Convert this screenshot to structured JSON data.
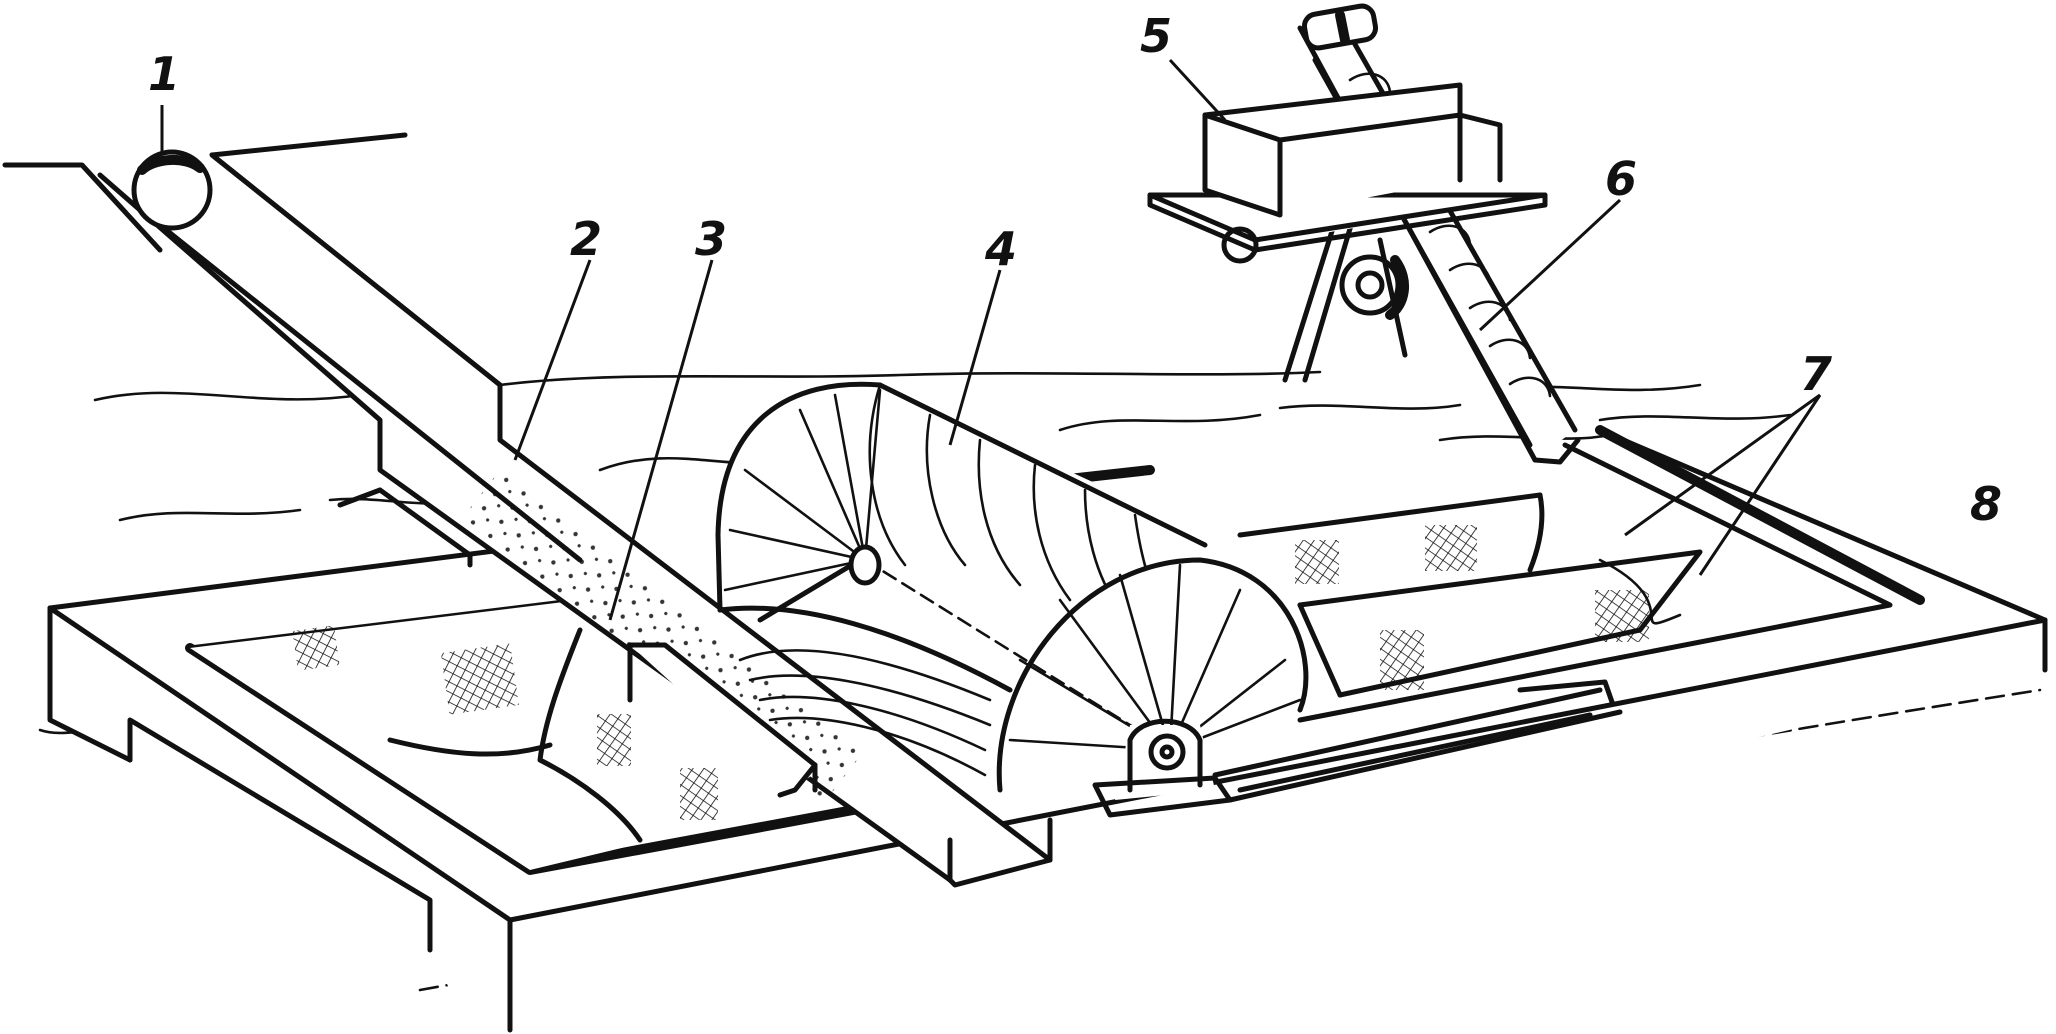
{
  "diagram": {
    "ink_color": "#111111",
    "paper_color": "#ffffff",
    "labels": [
      "1",
      "2",
      "3",
      "4",
      "5",
      "6",
      "7",
      "8"
    ]
  }
}
